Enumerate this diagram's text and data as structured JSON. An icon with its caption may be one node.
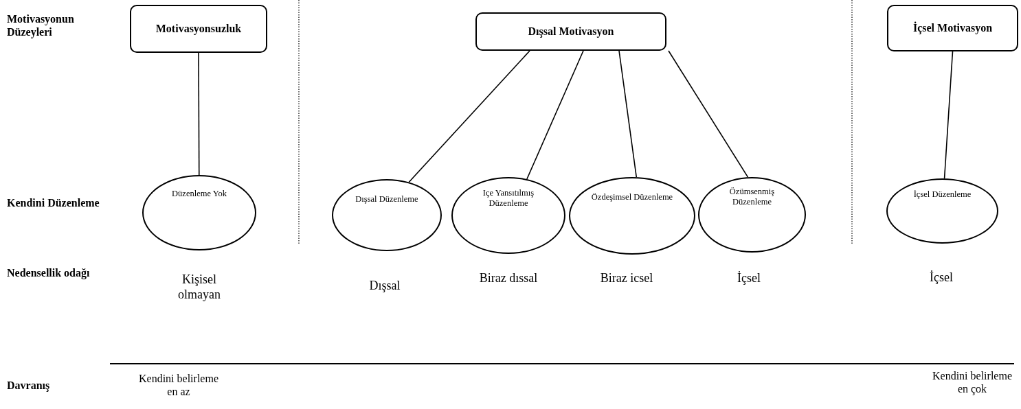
{
  "diagram": {
    "nodes": [
      {
        "text": [
          "Motivasyonsuzluk"
        ]
      },
      {
        "text": [
          "Dışsal Motivasyon"
        ]
      },
      {
        "text": [
          "İçsel Motivasyon"
        ]
      },
      {
        "text": [
          "Düzenleme Yok"
        ]
      },
      {
        "text": [
          "Dışsal Düzenleme"
        ]
      },
      {
        "text": [
          "Içe Yansıtılmış Düzenleme"
        ]
      },
      {
        "text": [
          "Özdeşimsel Düzenleme"
        ]
      },
      {
        "text": [
          "Özümsenmiş Düzenleme"
        ]
      },
      {
        "text": [
          "İçsel Düzenleme"
        ]
      }
    ],
    "edges": [
      {
        "from": 0,
        "to": 3,
        "arrow": "none"
      },
      {
        "from": 1,
        "to": 4,
        "arrow": "none"
      },
      {
        "from": 1,
        "to": 5,
        "arrow": "none"
      },
      {
        "from": 1,
        "to": 6,
        "arrow": "none"
      },
      {
        "from": 1,
        "to": 7,
        "arrow": "none"
      },
      {
        "from": 2,
        "to": 8,
        "arrow": "none"
      }
    ],
    "labels": [
      "Motivasyonun Düzeyleri",
      "Kendini Düzenleme",
      "Nedensellik odağı",
      "Kişisel olmayan",
      "Dışsal",
      "Biraz dıssal",
      "Biraz icsel",
      "İçsel",
      "İçsel",
      "Davranış",
      "Kendini belirleme en az",
      "Kendini belirleme en çok"
    ]
  }
}
